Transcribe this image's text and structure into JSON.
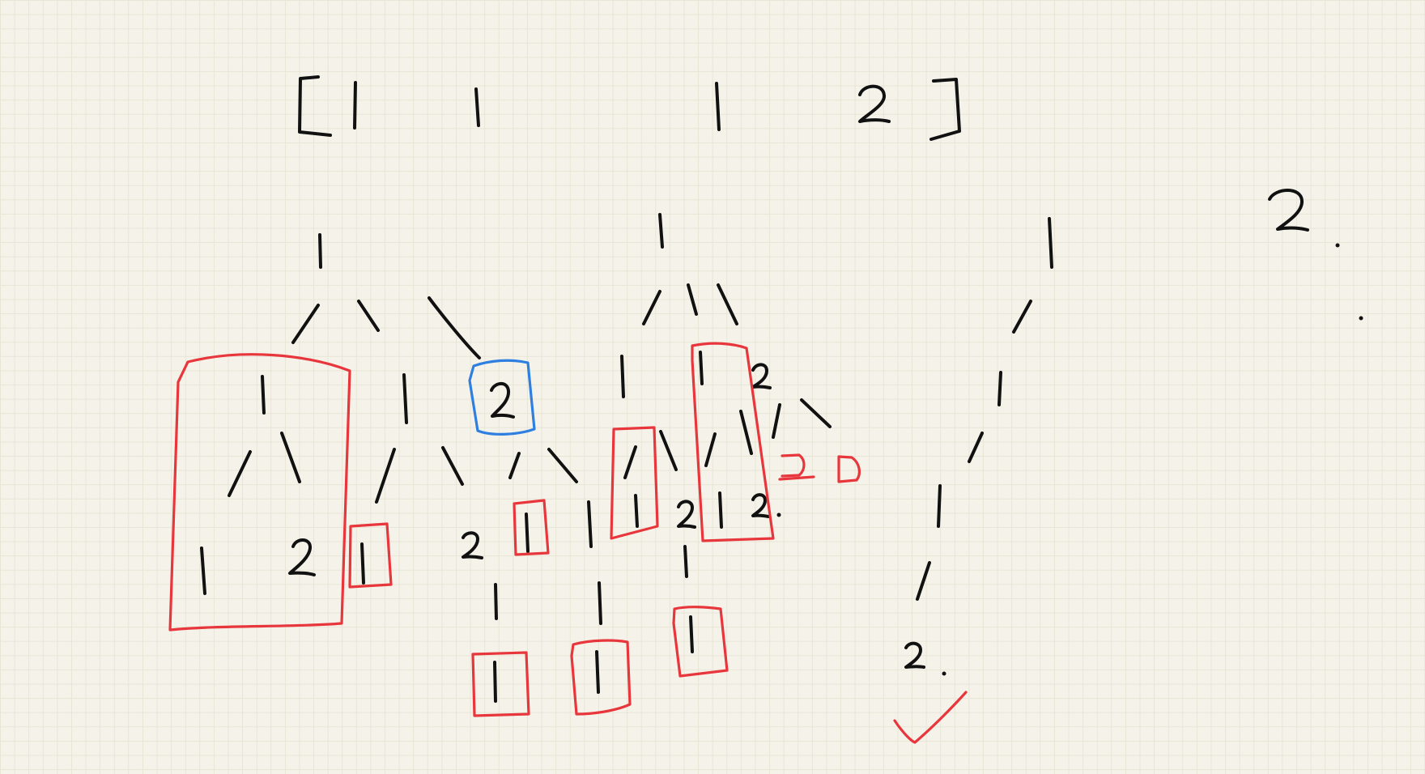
{
  "array": {
    "open_bracket": "[",
    "values": [
      "1",
      "1",
      "1",
      "2"
    ],
    "close_bracket": "]"
  },
  "target": "2",
  "trees": [
    {
      "root": "1",
      "children": [
        "1",
        "1",
        "2"
      ]
    },
    {
      "root": "1",
      "children": [
        "1",
        "1",
        "2"
      ]
    },
    {
      "root": "1",
      "children": [
        "1"
      ]
    }
  ],
  "colors": {
    "paper": "#f5f3e9",
    "grid": "#e8e5d6",
    "ink": "#111111",
    "red": "#e8363d",
    "blue": "#2f7fe0"
  }
}
